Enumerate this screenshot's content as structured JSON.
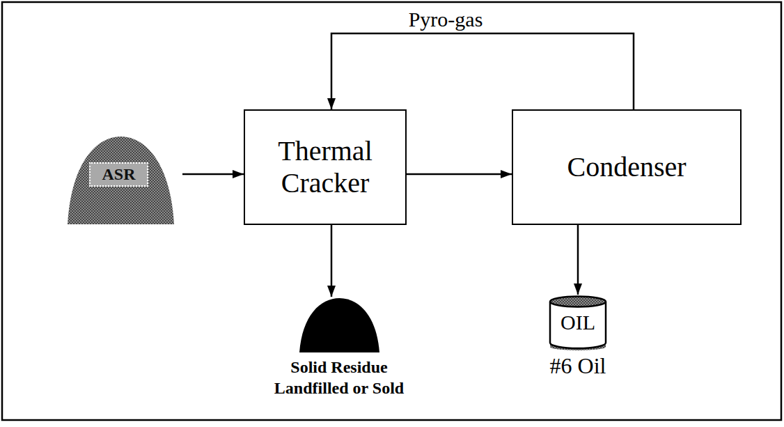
{
  "diagram": {
    "nodes": [
      {
        "text": [
          "ASR"
        ]
      },
      {
        "text": [
          "Thermal Cracker"
        ]
      },
      {
        "text": [
          "Condenser"
        ]
      },
      {
        "text": [
          "Solid Residue Landfilled or Sold"
        ]
      },
      {
        "text": [
          "OIL",
          "#6 Oil"
        ]
      }
    ],
    "edges": [
      {
        "from": 0,
        "to": 1,
        "arrow": "to"
      },
      {
        "from": 1,
        "to": 2,
        "arrow": "to"
      },
      {
        "from": 2,
        "to": 1,
        "label": "Pyro-gas",
        "arrow": "to"
      },
      {
        "from": 1,
        "to": 3,
        "arrow": "to"
      },
      {
        "from": 2,
        "to": 4,
        "arrow": "to"
      }
    ]
  }
}
